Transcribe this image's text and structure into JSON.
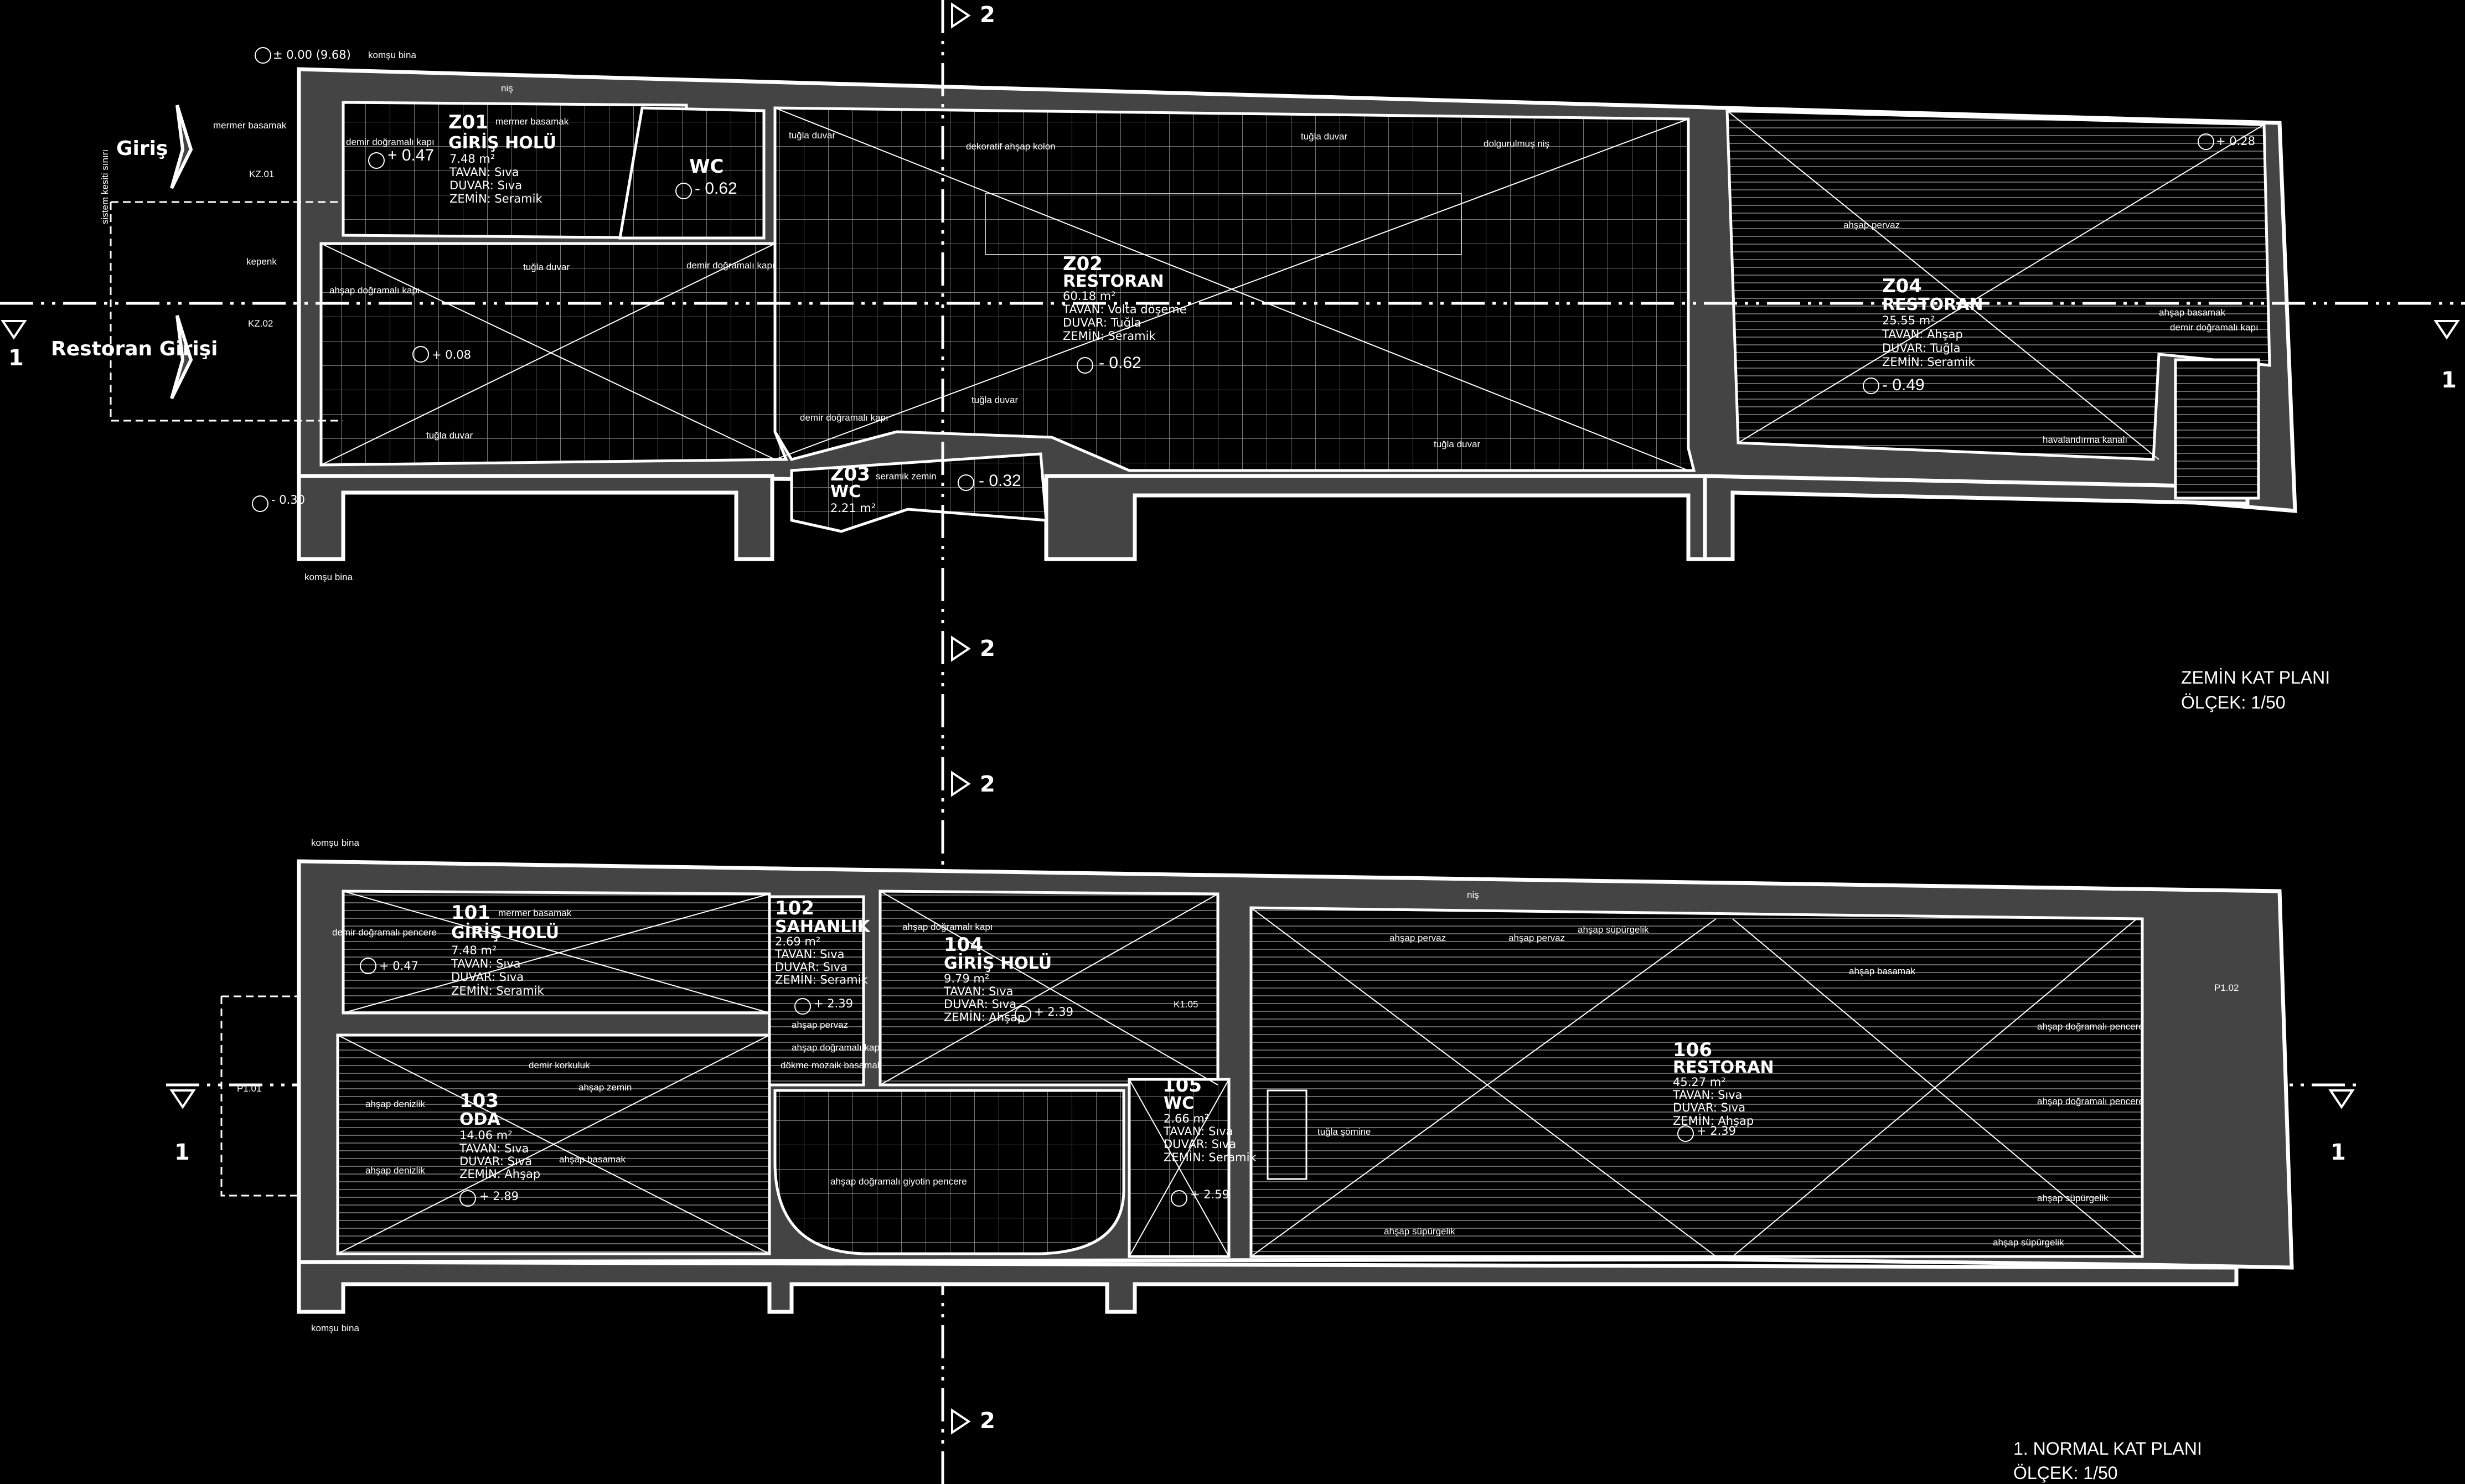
{
  "colors": {
    "background": "#000000",
    "wall_fill": "#444444",
    "line": "#ffffff"
  },
  "section_marks": {
    "section_1": "1",
    "section_2": "2"
  },
  "entries": {
    "main": "Giriş",
    "restaurant": "Restoran Girişi"
  },
  "ground_floor": {
    "title": "ZEMİN KAT PLANI",
    "scale": "ÖLÇEK: 1/50",
    "rooms": [
      {
        "code": "Z01",
        "name": "GİRİŞ HOLÜ",
        "area": "7.48 m²",
        "ceiling": "TAVAN: Sıva",
        "wall": "DUVAR: Sıva",
        "floor": "ZEMİN: Seramik",
        "elevation": "+ 0.47"
      },
      {
        "code": "Z02",
        "name": "RESTORAN",
        "area": "60.18 m²",
        "ceiling": "TAVAN: Volta döşeme",
        "wall": "DUVAR: Tuğla",
        "floor": "ZEMİN: Seramik",
        "elevation": "- 0.62"
      },
      {
        "code": "Z03",
        "name": "WC",
        "area": "2.21 m²",
        "elevation": "- 0.32"
      },
      {
        "code": "Z04",
        "name": "RESTORAN",
        "area": "25.55 m²",
        "ceiling": "TAVAN: Ahşap",
        "wall": "DUVAR: Tuğla",
        "floor": "ZEMİN: Seramik",
        "elevation": "- 0.49"
      }
    ],
    "wc_label": "WC",
    "wc_elevation": "- 0.62",
    "elevations": [
      "± 0.00 (9.68)",
      "+ 0.08",
      "+ 0.28",
      "- 0.30"
    ],
    "annotations": [
      "komşu bina",
      "niş",
      "mermer basamak",
      "mermer basamak",
      "demir doğramalı kapı",
      "kepenk",
      "sistem kesiti sınırı",
      "tuğla duvar",
      "tuğla duvar",
      "dekoratif ahşap kolon",
      "tuğla duvar",
      "dolgurulmuş niş",
      "demir doğramalı kapı",
      "ahşap doğramalı kapı",
      "tuğla duvar",
      "demir doğramalı kapı",
      "tuğla duvar",
      "seramik zemin",
      "ahşap pervaz",
      "ahşap basamak",
      "demir doğramalı kapı",
      "havalandırma kanalı",
      "tuğla duvar",
      "komşu bina",
      "KZ.01",
      "KZ.02"
    ]
  },
  "first_floor": {
    "title": "1. NORMAL KAT PLANI",
    "scale": "ÖLÇEK: 1/50",
    "rooms": [
      {
        "code": "101",
        "name": "GİRİŞ HOLÜ",
        "area": "7.48 m²",
        "ceiling": "TAVAN: Sıva",
        "wall": "DUVAR: Sıva",
        "floor": "ZEMİN: Seramik",
        "elevation": "+ 0.47"
      },
      {
        "code": "102",
        "name": "SAHANLIK",
        "area": "2.69 m²",
        "ceiling": "TAVAN: Sıva",
        "wall": "DUVAR: Sıva",
        "floor": "ZEMİN: Seramik",
        "elevation": "+ 2.39"
      },
      {
        "code": "103",
        "name": "ODA",
        "area": "14.06 m²",
        "ceiling": "TAVAN: Sıva",
        "wall": "DUVAR: Sıva",
        "floor": "ZEMİN: Ahşap",
        "elevation": "+ 2.89"
      },
      {
        "code": "104",
        "name": "GİRİŞ HOLÜ",
        "area": "9.79 m²",
        "ceiling": "TAVAN: Sıva",
        "wall": "DUVAR: Sıva",
        "floor": "ZEMİN: Ahşap",
        "elevation": "+ 2.39"
      },
      {
        "code": "105",
        "name": "WC",
        "area": "2.66 m²",
        "ceiling": "TAVAN: Sıva",
        "wall": "DUVAR: Sıva",
        "floor": "ZEMİN: Seramik",
        "elevation": "+ 2.59"
      },
      {
        "code": "106",
        "name": "RESTORAN",
        "area": "45.27 m²",
        "ceiling": "TAVAN: Sıva",
        "wall": "DUVAR: Sıva",
        "floor": "ZEMİN: Ahşap",
        "elevation": "+ 2.39"
      }
    ],
    "annotations": [
      "komşu bina",
      "niş",
      "mermer basamak",
      "demir doğramalı pencere",
      "ahşap doğramalı kapı",
      "ahşap pervaz",
      "ahşap doğramalı kapı",
      "demir korkuluk",
      "dökme mozaik basamak",
      "ahşap zemin",
      "ahşap basamak",
      "ahşap doğramalı giyotin pencere",
      "ahşap pervaz",
      "ahşap pervaz",
      "ahşap süpürgelik",
      "ahşap basamak",
      "ahşap doğramalı pencere",
      "ahşap doğramalı pencere",
      "tuğla şömine",
      "ahşap süpürgelik",
      "ahşap süpürgelik",
      "ahşap süpürgelik",
      "ahşap denizlik",
      "ahşap denizlik",
      "komşu bina",
      "K1.05",
      "P1.01",
      "P1.02"
    ]
  }
}
